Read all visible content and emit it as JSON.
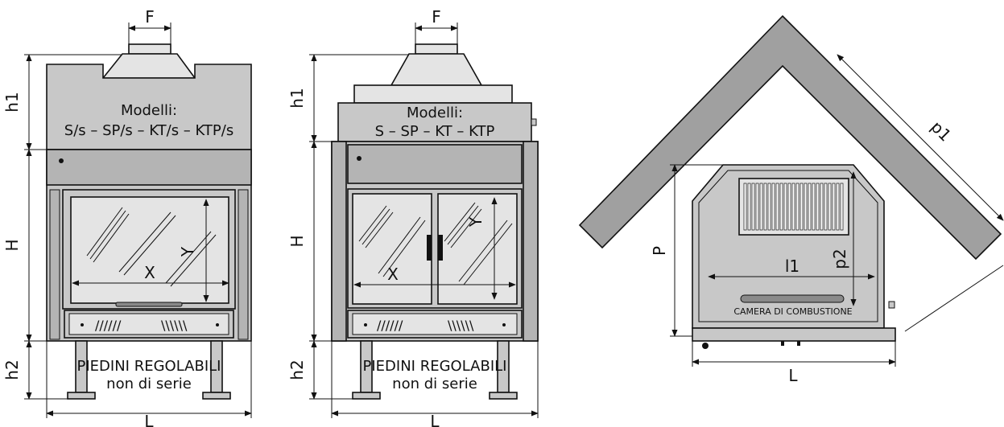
{
  "colors": {
    "body_fill": "#c8c8c8",
    "panel_fill": "#b4b4b4",
    "light_fill": "#e4e4e4",
    "wall_fill": "#a0a0a0",
    "line": "#111111"
  },
  "left_view": {
    "dim_F": "F",
    "dim_h1": "h1",
    "dim_H": "H",
    "dim_h2": "h2",
    "dim_L": "L",
    "dim_X": "X",
    "dim_Y": "Y",
    "models_title": "Modelli:",
    "models_list": "S/s – SP/s – KT/s – KTP/s",
    "feet_title": "PIEDINI REGOLABILI",
    "feet_note": "non di serie",
    "grille_left": "//////",
    "grille_right": "\\\\\\\\\\\\"
  },
  "center_view": {
    "dim_F": "F",
    "dim_h1": "h1",
    "dim_H": "H",
    "dim_h2": "h2",
    "dim_L": "L",
    "dim_X": "X",
    "dim_Y": "Y",
    "models_title": "Modelli:",
    "models_list": "S – SP – KT – KTP",
    "feet_title": "PIEDINI REGOLABILI",
    "feet_note": "non di serie",
    "grille_left": "//////",
    "grille_right": "\\\\\\\\\\\\"
  },
  "top_view": {
    "dim_p1": "p1",
    "dim_p2": "p2",
    "dim_P": "P",
    "dim_l1": "l1",
    "dim_L": "L",
    "chamber_label": "CAMERA DI COMBUSTIONE"
  }
}
